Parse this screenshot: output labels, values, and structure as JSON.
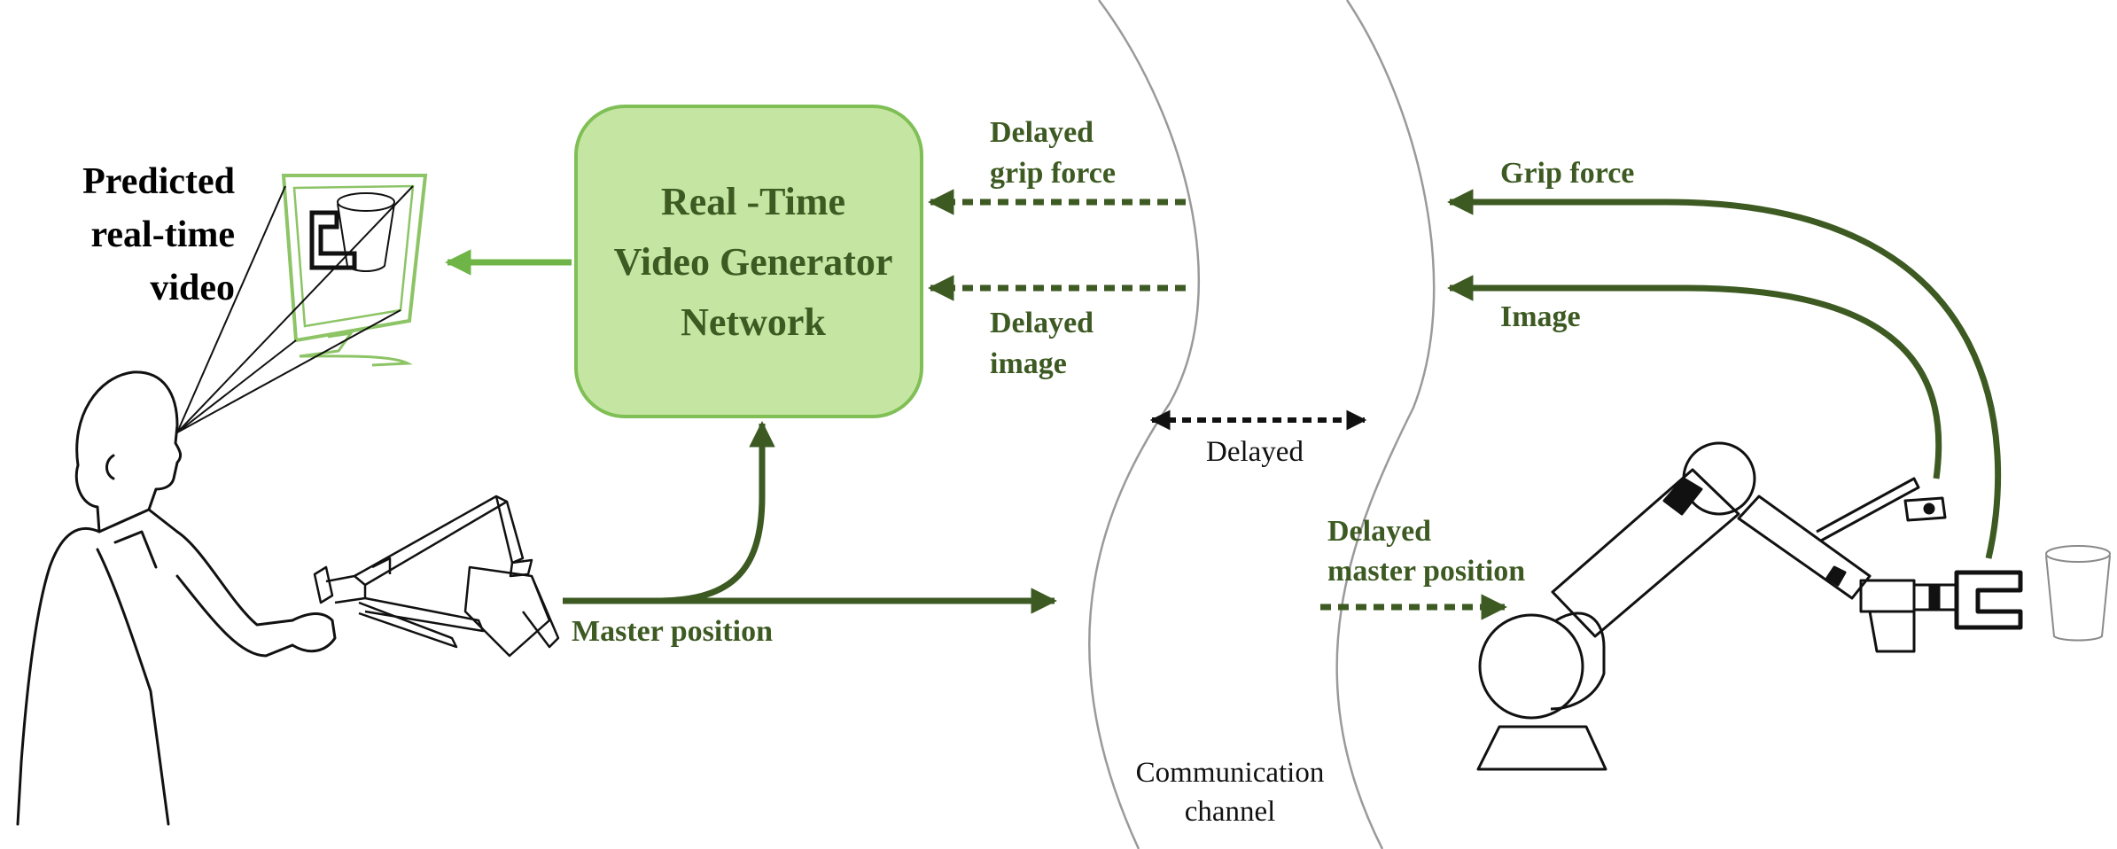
{
  "title": {
    "line1": "Predicted",
    "line2": "real-time",
    "line3": "video"
  },
  "generator": {
    "line1": "Real -Time",
    "line2": "Video Generator",
    "line3": "Network"
  },
  "labels": {
    "delayed_grip_force_1": "Delayed",
    "delayed_grip_force_2": "grip force",
    "delayed_image_1": "Delayed",
    "delayed_image_2": "image",
    "grip_force": "Grip force",
    "image": "Image",
    "delayed": "Delayed",
    "delayed_master_position_1": "Delayed",
    "delayed_master_position_2": "master position",
    "master_position": "Master position",
    "comm_channel_1": "Communication",
    "comm_channel_2": "channel"
  },
  "colors": {
    "dark_green": "#3d5a22",
    "mid_green": "#5b9a3a",
    "light_green": "#8cc466",
    "box_fill": "#c5e6a2",
    "box_border": "#7fbf55",
    "line": "#111111"
  }
}
